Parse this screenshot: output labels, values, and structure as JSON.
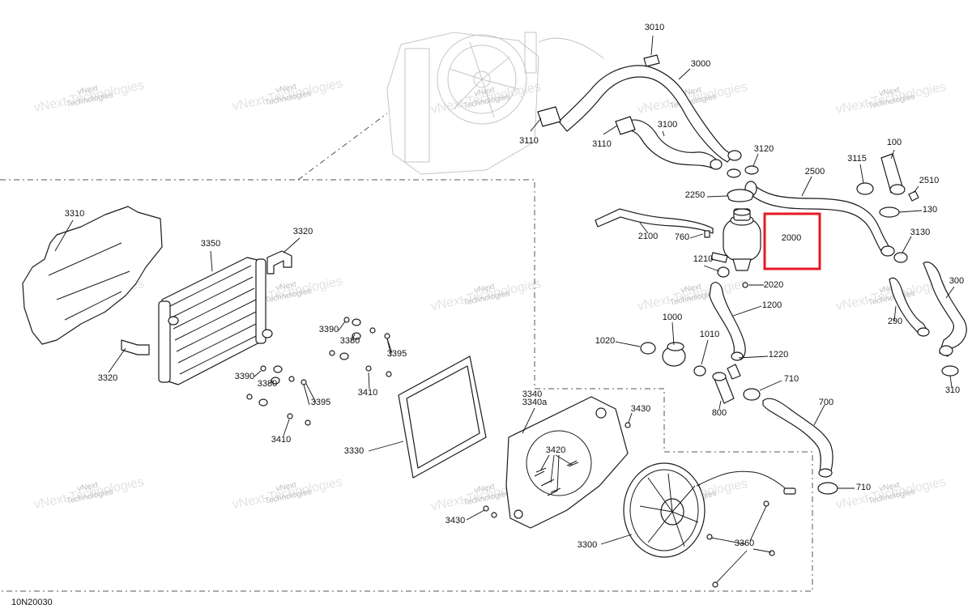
{
  "diagram": {
    "code": "10N20030",
    "watermark_line1": "vNext",
    "watermark_line2": "Technologies",
    "highlight_color": "#e31b23",
    "callouts": [
      {
        "label": "3010"
      },
      {
        "label": "3000"
      },
      {
        "label": "3110"
      },
      {
        "label": "3110"
      },
      {
        "label": "3100"
      },
      {
        "label": "3120"
      },
      {
        "label": "3115"
      },
      {
        "label": "100"
      },
      {
        "label": "2500"
      },
      {
        "label": "2510"
      },
      {
        "label": "2250"
      },
      {
        "label": "130"
      },
      {
        "label": "2100"
      },
      {
        "label": "760"
      },
      {
        "label": "2000"
      },
      {
        "label": "3130"
      },
      {
        "label": "1210"
      },
      {
        "label": "2020"
      },
      {
        "label": "300"
      },
      {
        "label": "1200"
      },
      {
        "label": "290"
      },
      {
        "label": "1020"
      },
      {
        "label": "1000"
      },
      {
        "label": "1010"
      },
      {
        "label": "1220"
      },
      {
        "label": "310"
      },
      {
        "label": "710"
      },
      {
        "label": "700"
      },
      {
        "label": "800"
      },
      {
        "label": "710"
      },
      {
        "label": "3310"
      },
      {
        "label": "3320"
      },
      {
        "label": "3350"
      },
      {
        "label": "3320"
      },
      {
        "label": "3390"
      },
      {
        "label": "3380"
      },
      {
        "label": "3395"
      },
      {
        "label": "3390"
      },
      {
        "label": "3380"
      },
      {
        "label": "3410"
      },
      {
        "label": "3395"
      },
      {
        "label": "3410"
      },
      {
        "label": "3340"
      },
      {
        "label": "3340a"
      },
      {
        "label": "3430"
      },
      {
        "label": "3330"
      },
      {
        "label": "3420"
      },
      {
        "label": "3430"
      },
      {
        "label": "3300"
      },
      {
        "label": "3360"
      }
    ]
  }
}
